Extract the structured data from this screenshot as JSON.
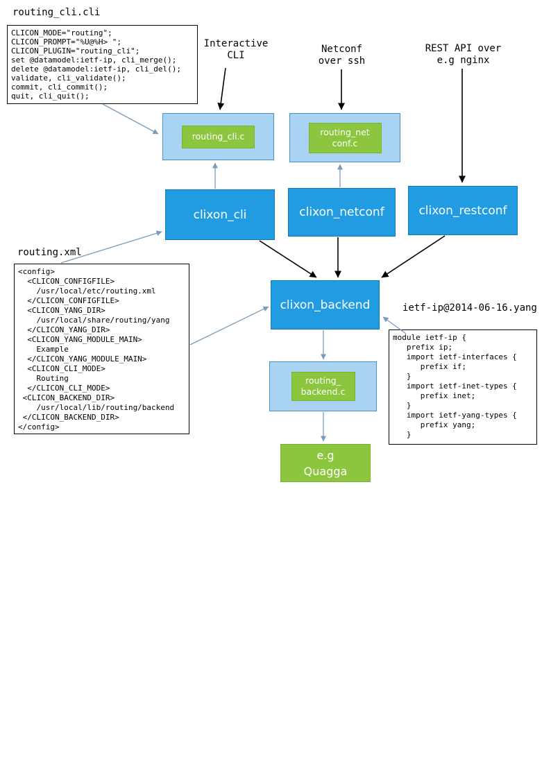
{
  "colors": {
    "blue": "#219ce2",
    "blue_border": "#137ab2",
    "light_blue": "#a9d3f3",
    "light_blue_border": "#4b8fc9",
    "green": "#8cc63f",
    "green_border": "#7ab32f",
    "arrow_blue": "#7b9abd",
    "arrow_black": "#000000",
    "code_border": "#000000"
  },
  "labels": {
    "routing_cli_file": "routing_cli.cli",
    "interactive_cli": "Interactive\nCLI",
    "netconf_ssh": "Netconf\nover ssh",
    "rest_api": "REST API over\ne.g nginx",
    "routing_xml_file": "routing.xml",
    "yang_file": "ietf-ip@2014-06-16.yang"
  },
  "code": {
    "routing_cli": "CLICON_MODE=\"routing\";\nCLICON_PROMPT=\"%U@%H> \";\nCLICON_PLUGIN=\"routing_cli\";\nset @datamodel:ietf-ip, cli_merge();\ndelete @datamodel:ietf-ip, cli_del();\nvalidate, cli_validate();\ncommit, cli_commit();\nquit, cli_quit();",
    "routing_xml": "<config>\n  <CLICON_CONFIGFILE>\n    /usr/local/etc/routing.xml\n  </CLICON_CONFIGFILE>\n  <CLICON_YANG_DIR>\n    /usr/local/share/routing/yang\n  </CLICON_YANG_DIR>\n  <CLICON_YANG_MODULE_MAIN>\n    Example\n  </CLICON_YANG_MODULE_MAIN>\n  <CLICON_CLI_MODE>\n    Routing\n  </CLICON_CLI_MODE>\n <CLICON_BACKEND_DIR>\n    /usr/local/lib/routing/backend\n </CLICON_BACKEND_DIR>\n</config>",
    "yang": "module ietf-ip {\n   prefix ip;\n   import ietf-interfaces {\n      prefix if;\n   }\n   import ietf-inet-types {\n      prefix inet;\n   }\n   import ietf-yang-types {\n      prefix yang;\n   }"
  },
  "nodes": {
    "routing_cli_c": "routing_cli.c",
    "routing_netconf_c": "routing_net\nconf.c",
    "clixon_cli": "clixon_cli",
    "clixon_netconf": "clixon_netconf",
    "clixon_restconf": "clixon_restconf",
    "clixon_backend": "clixon_backend",
    "routing_backend_c": "routing_\nbackend.c",
    "quagga": "e.g\nQuagga"
  }
}
